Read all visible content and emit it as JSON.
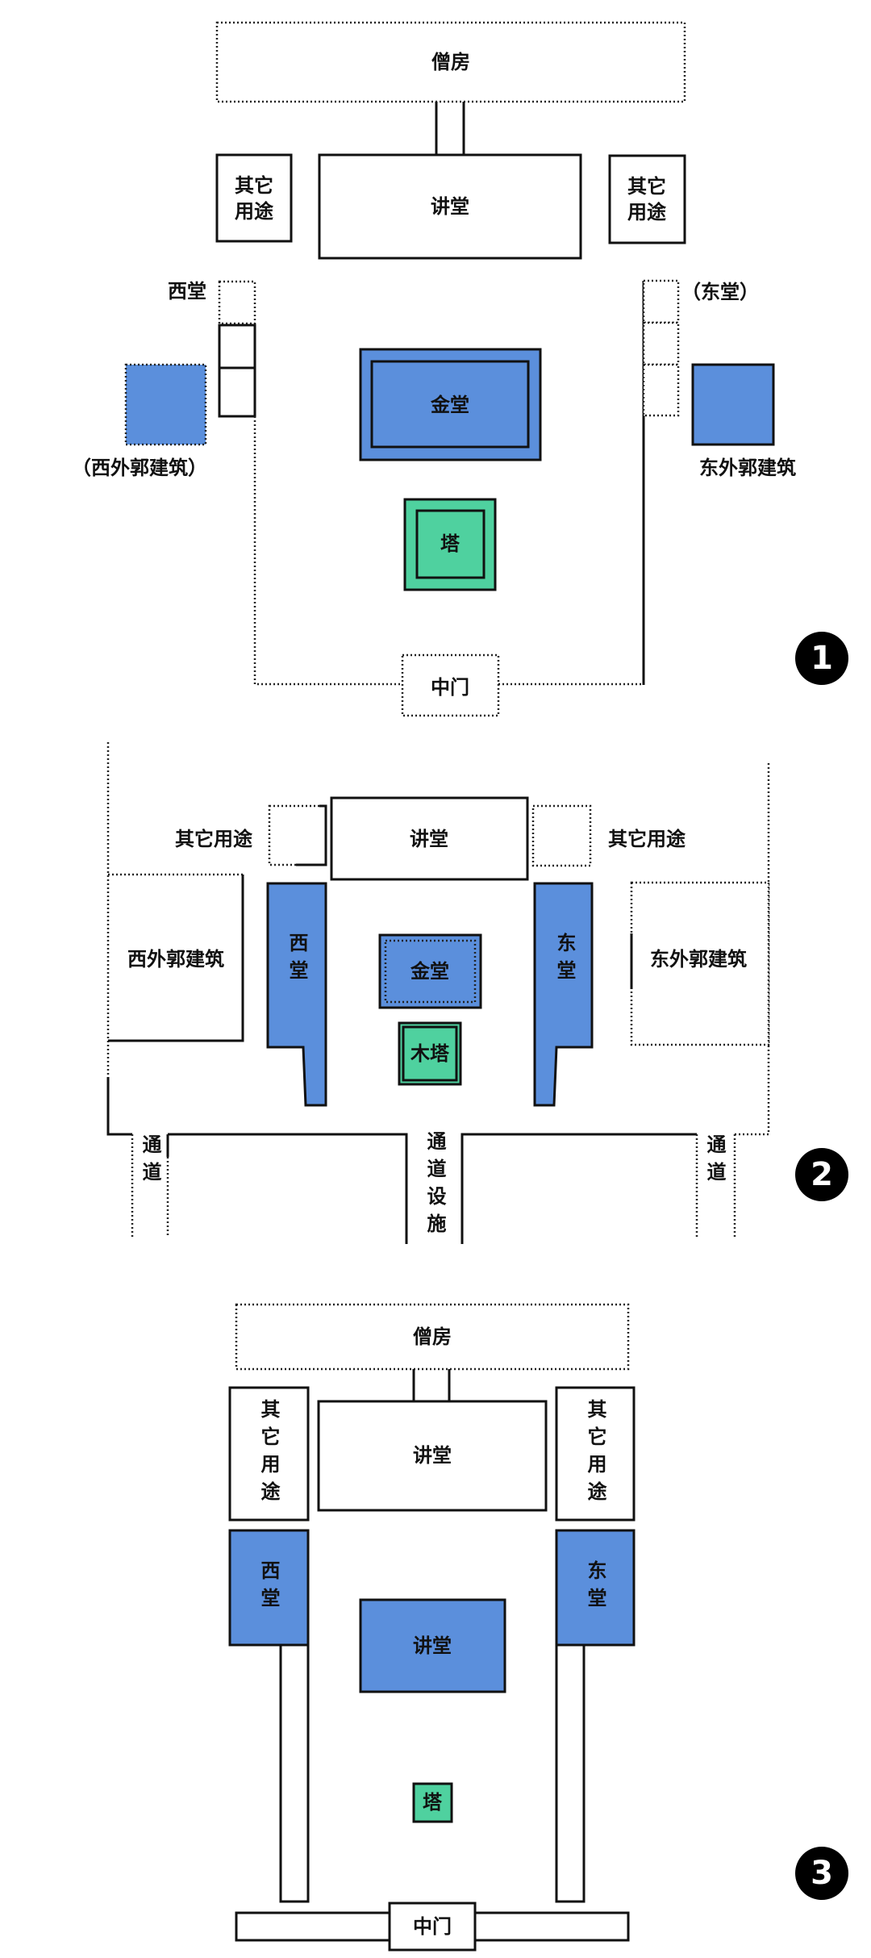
{
  "colors": {
    "hall_blue": "#5b8fdc",
    "pagoda_green": "#4fd19f"
  },
  "diagram1": {
    "badge": "1",
    "monks_quarters": "僧房",
    "lecture_hall": "讲堂",
    "other_use_left": [
      "其它",
      "用途"
    ],
    "other_use_right": [
      "其它",
      "用途"
    ],
    "west_hall": "西堂",
    "east_hall": "（东堂）",
    "west_outer": "（西外郭建筑）",
    "east_outer": "东外郭建筑",
    "golden_hall": "金堂",
    "pagoda": "塔",
    "middle_gate": "中门"
  },
  "diagram2": {
    "badge": "2",
    "lecture_hall": "讲堂",
    "other_use_left": "其它用途",
    "other_use_right": "其它用途",
    "west_outer": "西外郭建筑",
    "east_outer": "东外郭建筑",
    "west_hall": "西堂",
    "east_hall": "东堂",
    "golden_hall": "金堂",
    "wooden_pagoda": "木塔",
    "passage_left": "通道",
    "passage_center": "通道设施",
    "passage_right": "通道"
  },
  "diagram3": {
    "badge": "3",
    "monks_quarters": "僧房",
    "lecture_hall": "讲堂",
    "other_use_left": "其它用途",
    "other_use_right": "其它用途",
    "west_hall": "西堂",
    "east_hall": "东堂",
    "center_hall": "讲堂",
    "pagoda": "塔",
    "middle_gate": "中门"
  }
}
